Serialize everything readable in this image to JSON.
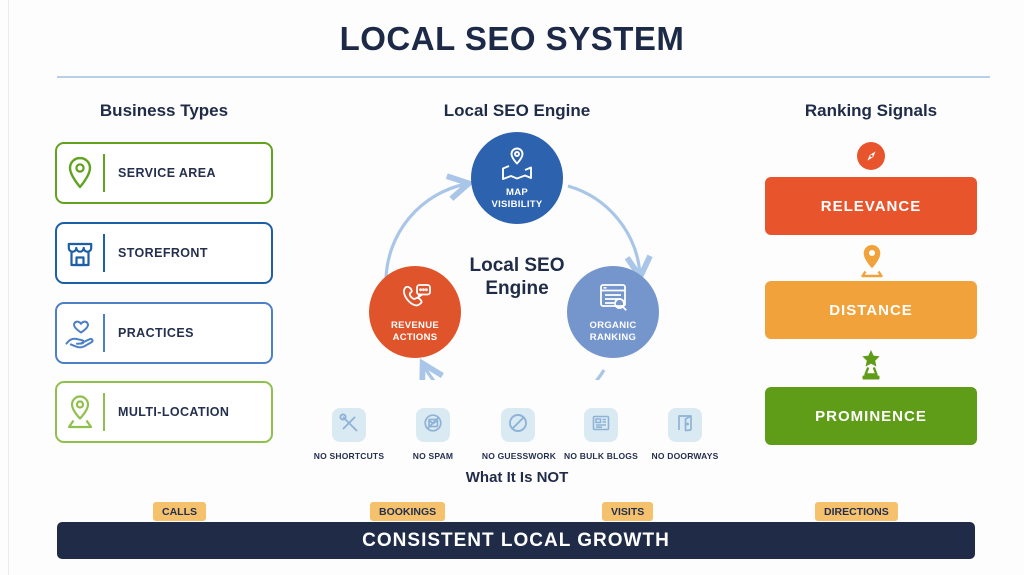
{
  "title": "LOCAL SEO SYSTEM",
  "colors": {
    "navy": "#1f2b47",
    "divider_blue": "#b8cfe8",
    "arrow_blue": "#a9c6e8",
    "service_area_green": "#61a21f",
    "storefront_blue": "#1d5fa6",
    "practices_blue": "#4d80c4",
    "multi_location_green": "#8fc04c",
    "map_visibility_blue": "#2d62af",
    "revenue_actions_orange": "#e0542b",
    "organic_ranking_blue": "#7595cd",
    "relevance_orange": "#e8552c",
    "distance_amber": "#f2a23b",
    "prominence_green": "#5f9c17",
    "tag_amber": "#f6c16d",
    "tile_blue": "#d9eaf3"
  },
  "business_types": {
    "heading": "Business Types",
    "items": [
      {
        "label": "SERVICE AREA",
        "icon": "location-pin-icon"
      },
      {
        "label": "STOREFRONT",
        "icon": "storefront-icon"
      },
      {
        "label": "PRACTICES",
        "icon": "hand-heart-icon"
      },
      {
        "label": "MULTI-LOCATION",
        "icon": "multi-location-pin-icon"
      }
    ]
  },
  "engine": {
    "heading": "Local SEO Engine",
    "center_line1": "Local SEO",
    "center_line2": "Engine",
    "nodes": [
      {
        "line1": "MAP",
        "line2": "VISIBILITY",
        "icon": "map-with-pin-icon"
      },
      {
        "line1": "REVENUE",
        "line2": "ACTIONS",
        "icon": "phone-chat-icon"
      },
      {
        "line1": "ORGANIC",
        "line2": "RANKING",
        "icon": "webpage-search-icon"
      }
    ]
  },
  "what_it_is_not": {
    "heading": "What It Is NOT",
    "items": [
      {
        "label": "NO SHORTCUTS",
        "icon": "crossed-tools-icon"
      },
      {
        "label": "NO SPAM",
        "icon": "no-spam-icon"
      },
      {
        "label": "NO GUESSWORK",
        "icon": "prohibition-icon"
      },
      {
        "label": "NO BULK BLOGS",
        "icon": "newspaper-icon"
      },
      {
        "label": "NO DOORWAYS",
        "icon": "doorway-icon"
      }
    ]
  },
  "ranking_signals": {
    "heading": "Ranking Signals",
    "items": [
      {
        "label": "RELEVANCE",
        "icon": "compass-icon"
      },
      {
        "label": "DISTANCE",
        "icon": "map-pin-icon"
      },
      {
        "label": "PROMINENCE",
        "icon": "star-pedestal-icon"
      }
    ]
  },
  "outcomes": {
    "tags": [
      "CALLS",
      "BOOKINGS",
      "VISITS",
      "DIRECTIONS"
    ],
    "bar_label": "CONSISTENT LOCAL GROWTH"
  }
}
